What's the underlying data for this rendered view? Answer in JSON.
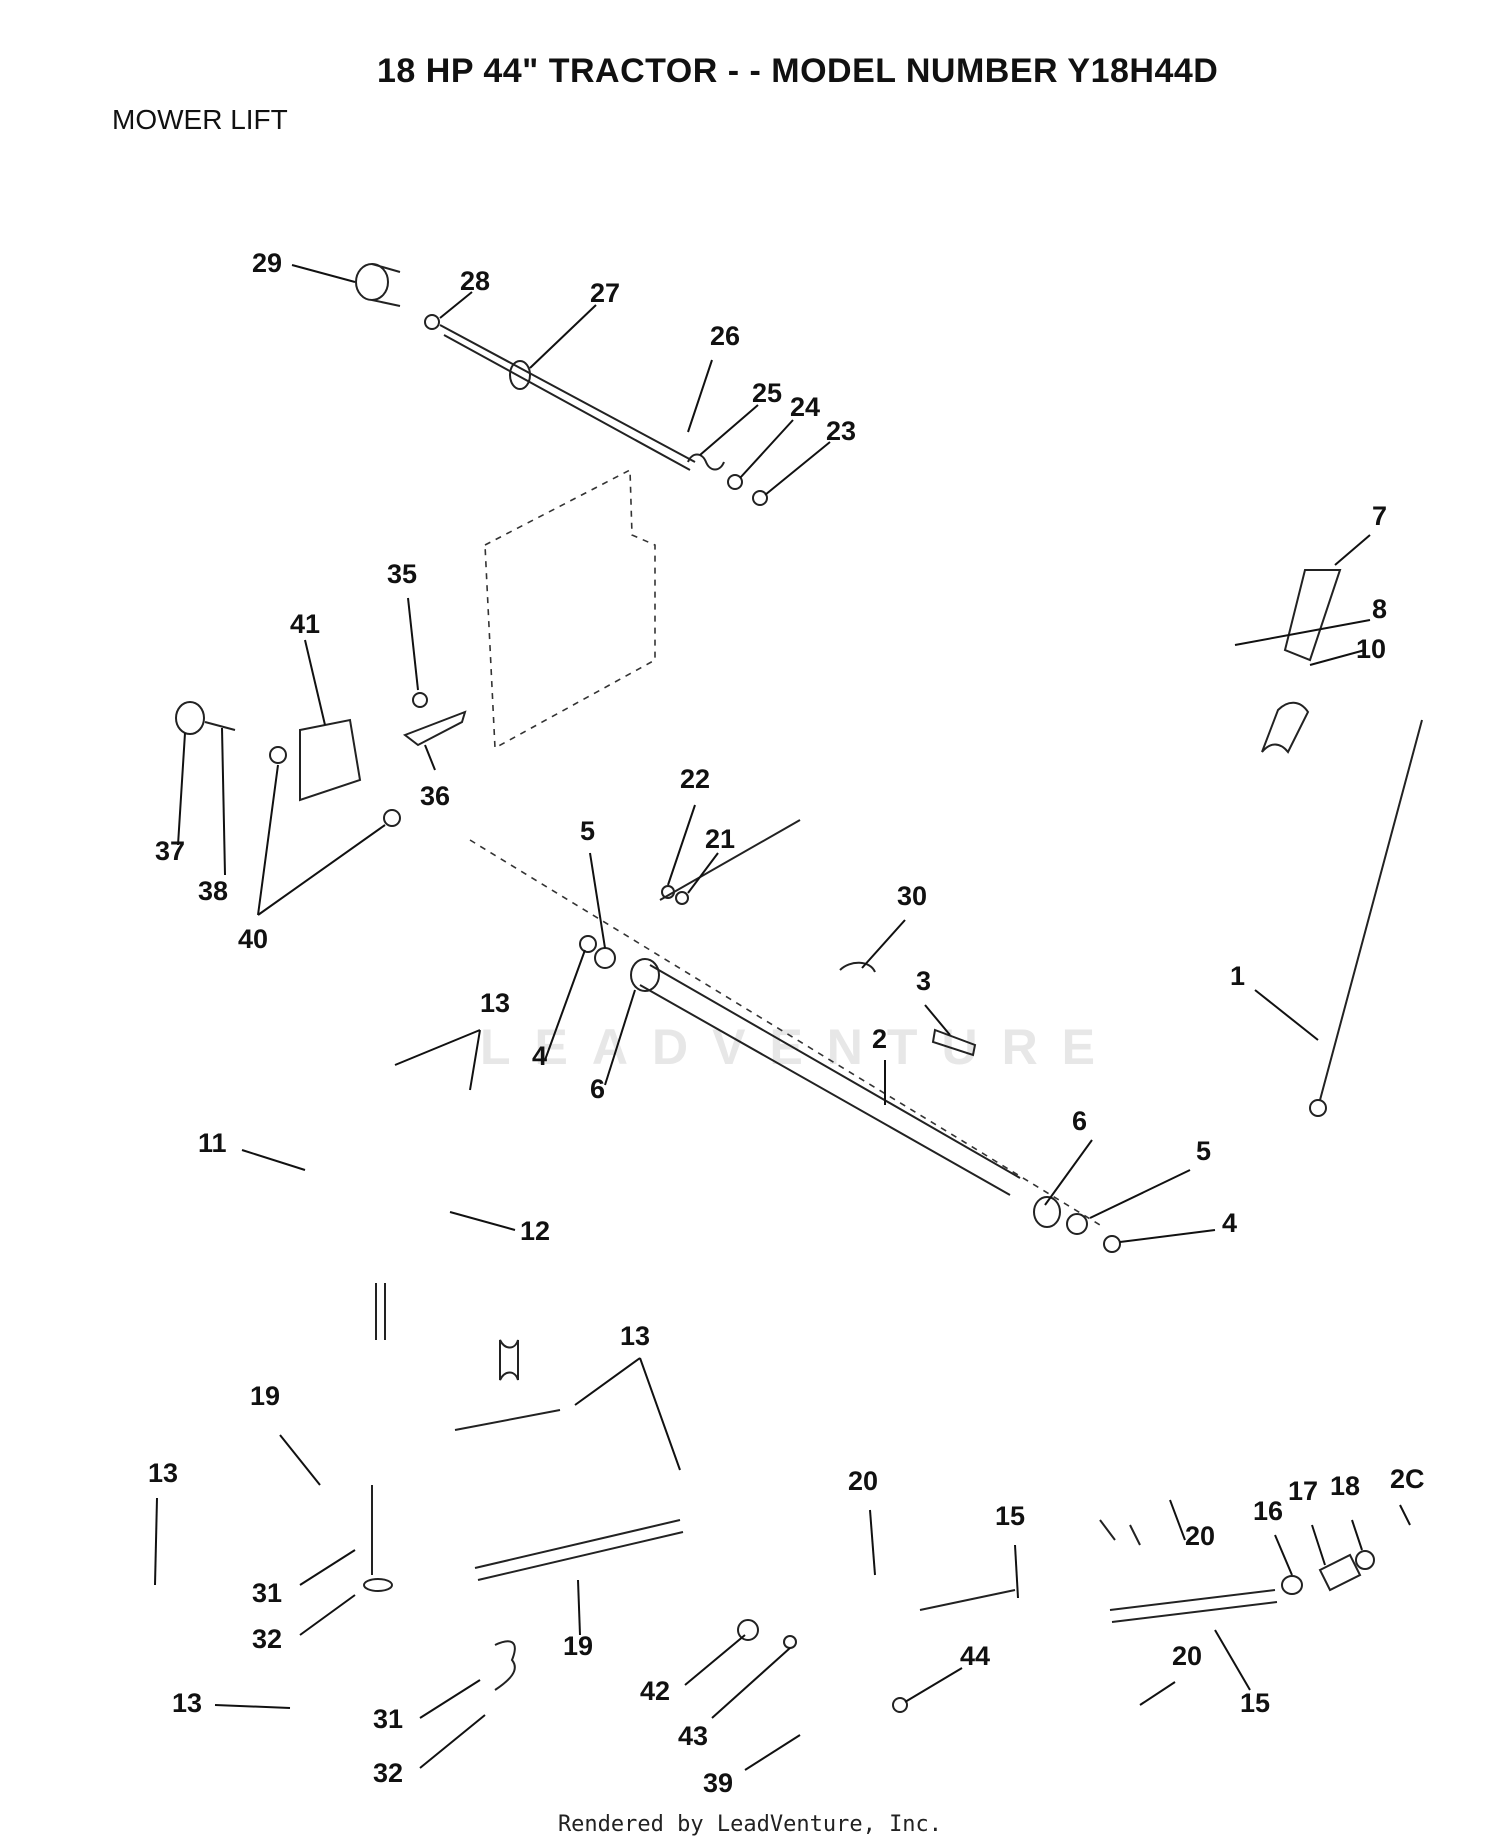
{
  "header": {
    "title": "18 HP 44\" TRACTOR - - MODEL NUMBER Y18H44D",
    "section": "MOWER LIFT"
  },
  "watermark": "LEADVENTURE",
  "footer": "Rendered by LeadVenture, Inc.",
  "callouts": [
    {
      "id": "c29",
      "label": "29"
    },
    {
      "id": "c28",
      "label": "28"
    },
    {
      "id": "c27",
      "label": "27"
    },
    {
      "id": "c26",
      "label": "26"
    },
    {
      "id": "c25",
      "label": "25"
    },
    {
      "id": "c24",
      "label": "24"
    },
    {
      "id": "c23",
      "label": "23"
    },
    {
      "id": "c7",
      "label": "7"
    },
    {
      "id": "c8",
      "label": "8"
    },
    {
      "id": "c10",
      "label": "10"
    },
    {
      "id": "c35",
      "label": "35"
    },
    {
      "id": "c41",
      "label": "41"
    },
    {
      "id": "c36",
      "label": "36"
    },
    {
      "id": "c37",
      "label": "37"
    },
    {
      "id": "c38",
      "label": "38"
    },
    {
      "id": "c40",
      "label": "40"
    },
    {
      "id": "c22",
      "label": "22"
    },
    {
      "id": "c21",
      "label": "21"
    },
    {
      "id": "c5a",
      "label": "5"
    },
    {
      "id": "c30",
      "label": "30"
    },
    {
      "id": "c3",
      "label": "3"
    },
    {
      "id": "c1",
      "label": "1"
    },
    {
      "id": "c13a",
      "label": "13"
    },
    {
      "id": "c4a",
      "label": "4"
    },
    {
      "id": "c6a",
      "label": "6"
    },
    {
      "id": "c2",
      "label": "2"
    },
    {
      "id": "c11",
      "label": "11"
    },
    {
      "id": "c12",
      "label": "12"
    },
    {
      "id": "c6b",
      "label": "6"
    },
    {
      "id": "c5b",
      "label": "5"
    },
    {
      "id": "c4b",
      "label": "4"
    },
    {
      "id": "c13b",
      "label": "13"
    },
    {
      "id": "c19a",
      "label": "19"
    },
    {
      "id": "c13c",
      "label": "13"
    },
    {
      "id": "c31a",
      "label": "31"
    },
    {
      "id": "c32a",
      "label": "32"
    },
    {
      "id": "c19b",
      "label": "19"
    },
    {
      "id": "c13d",
      "label": "13"
    },
    {
      "id": "c31b",
      "label": "31"
    },
    {
      "id": "c32b",
      "label": "32"
    },
    {
      "id": "c20a",
      "label": "20"
    },
    {
      "id": "c15a",
      "label": "15"
    },
    {
      "id": "c20b",
      "label": "20"
    },
    {
      "id": "c16",
      "label": "16"
    },
    {
      "id": "c17",
      "label": "17"
    },
    {
      "id": "c18",
      "label": "18"
    },
    {
      "id": "c20c",
      "label": "2C"
    },
    {
      "id": "c42",
      "label": "42"
    },
    {
      "id": "c43",
      "label": "43"
    },
    {
      "id": "c44",
      "label": "44"
    },
    {
      "id": "c20d",
      "label": "20"
    },
    {
      "id": "c15b",
      "label": "15"
    },
    {
      "id": "c39",
      "label": "39"
    }
  ]
}
